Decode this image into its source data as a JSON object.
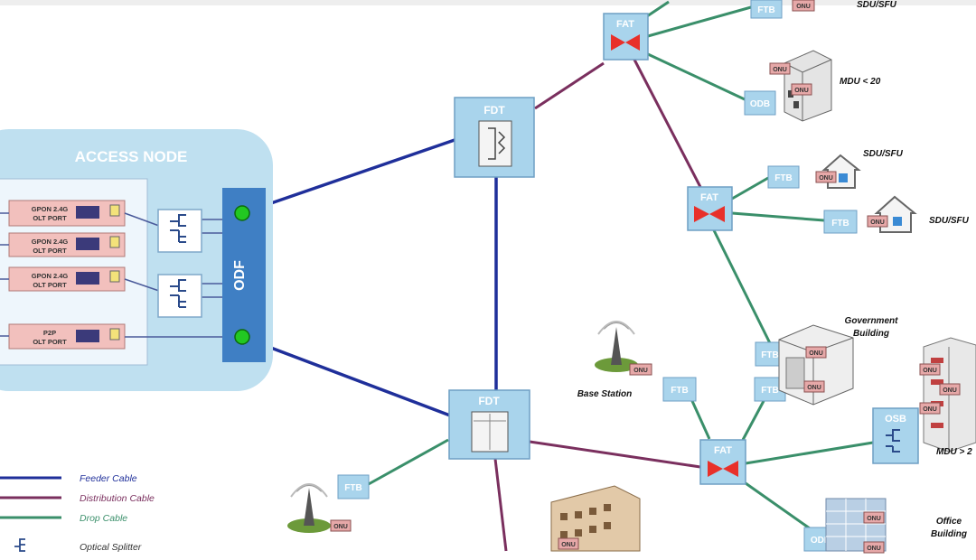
{
  "access_node": {
    "title": "ACCESS NODE",
    "odf_label": "ODF",
    "olt_ports": [
      {
        "line1": "GPON 2.4G",
        "line2": "OLT PORT"
      },
      {
        "line1": "GPON 2.4G",
        "line2": "OLT PORT"
      },
      {
        "line1": "GPON 2.4G",
        "line2": "OLT PORT"
      },
      {
        "line1": "P2P",
        "line2": "OLT PORT"
      }
    ]
  },
  "nodes": {
    "fdt_label": "FDT",
    "fat_label": "FAT",
    "ftb_label": "FTB",
    "odb_label": "ODB",
    "osb_label": "OSB",
    "onu_label": "ONU"
  },
  "building_labels": {
    "sdu_top": "SDU/SFU",
    "mdu_small": "MDU < 20",
    "sdu_mid": "SDU/SFU",
    "sdu_right": "SDU/SFU",
    "government_1": "Government",
    "government_2": "Building",
    "base_station": "Base Station",
    "mdu_large": "MDU > 2",
    "office_1": "Office",
    "office_2": "Building"
  },
  "legend": {
    "feeder": "Feeder Cable",
    "distribution": "Distribution Cable",
    "drop": "Drop Cable",
    "splitter": "Optical Splitter"
  },
  "colors": {
    "feeder": "#1f2f9a",
    "distribution": "#7a2f5e",
    "drop": "#3a8f6a",
    "access_bg": "#bfe0f0",
    "odf": "#3f7fc4",
    "node_box": "#a9d4ec",
    "onu": "#e6a8a8"
  }
}
